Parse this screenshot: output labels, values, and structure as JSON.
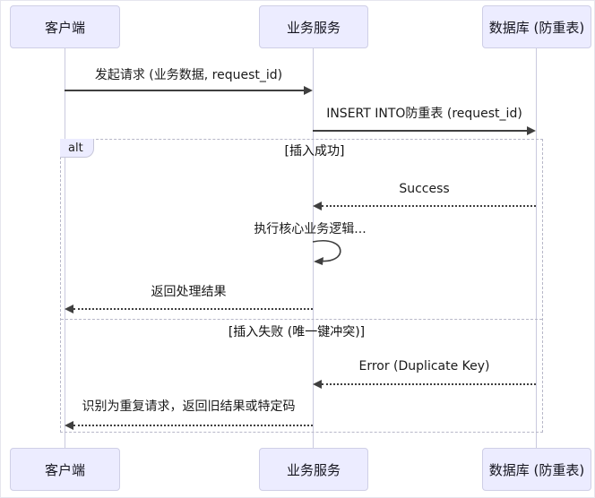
{
  "diagram": {
    "type": "sequence-diagram",
    "participants": [
      {
        "id": "client",
        "label": "客户端"
      },
      {
        "id": "service",
        "label": "业务服务"
      },
      {
        "id": "database",
        "label": "数据库 (防重表)"
      }
    ],
    "messages": [
      {
        "from": "client",
        "to": "service",
        "style": "solid",
        "text": "发起请求 (业务数据, request_id)"
      },
      {
        "from": "service",
        "to": "database",
        "style": "solid",
        "text": "INSERT INTO防重表 (request_id)"
      },
      {
        "from": "database",
        "to": "service",
        "style": "dotted",
        "text": "Success"
      },
      {
        "from": "service",
        "to": "service",
        "style": "self",
        "text": "执行核心业务逻辑..."
      },
      {
        "from": "service",
        "to": "client",
        "style": "dotted",
        "text": "返回处理结果"
      },
      {
        "from": "database",
        "to": "service",
        "style": "dotted",
        "text": "Error (Duplicate Key)"
      },
      {
        "from": "service",
        "to": "client",
        "style": "dotted",
        "text": "识别为重复请求，返回旧结果或特定码"
      }
    ],
    "alt_block": {
      "label": "alt",
      "sections": [
        {
          "condition": "[插入成功]"
        },
        {
          "condition": "[插入失败 (唯一键冲突)]"
        }
      ]
    },
    "colors": {
      "participant_fill": "#ECECFF",
      "participant_border": "#CFCFE6",
      "lifeline": "#C9C9DE",
      "arrow": "#3F3F3F",
      "frame_border": "#B7B7C8",
      "text": "#1A1A1A"
    }
  }
}
